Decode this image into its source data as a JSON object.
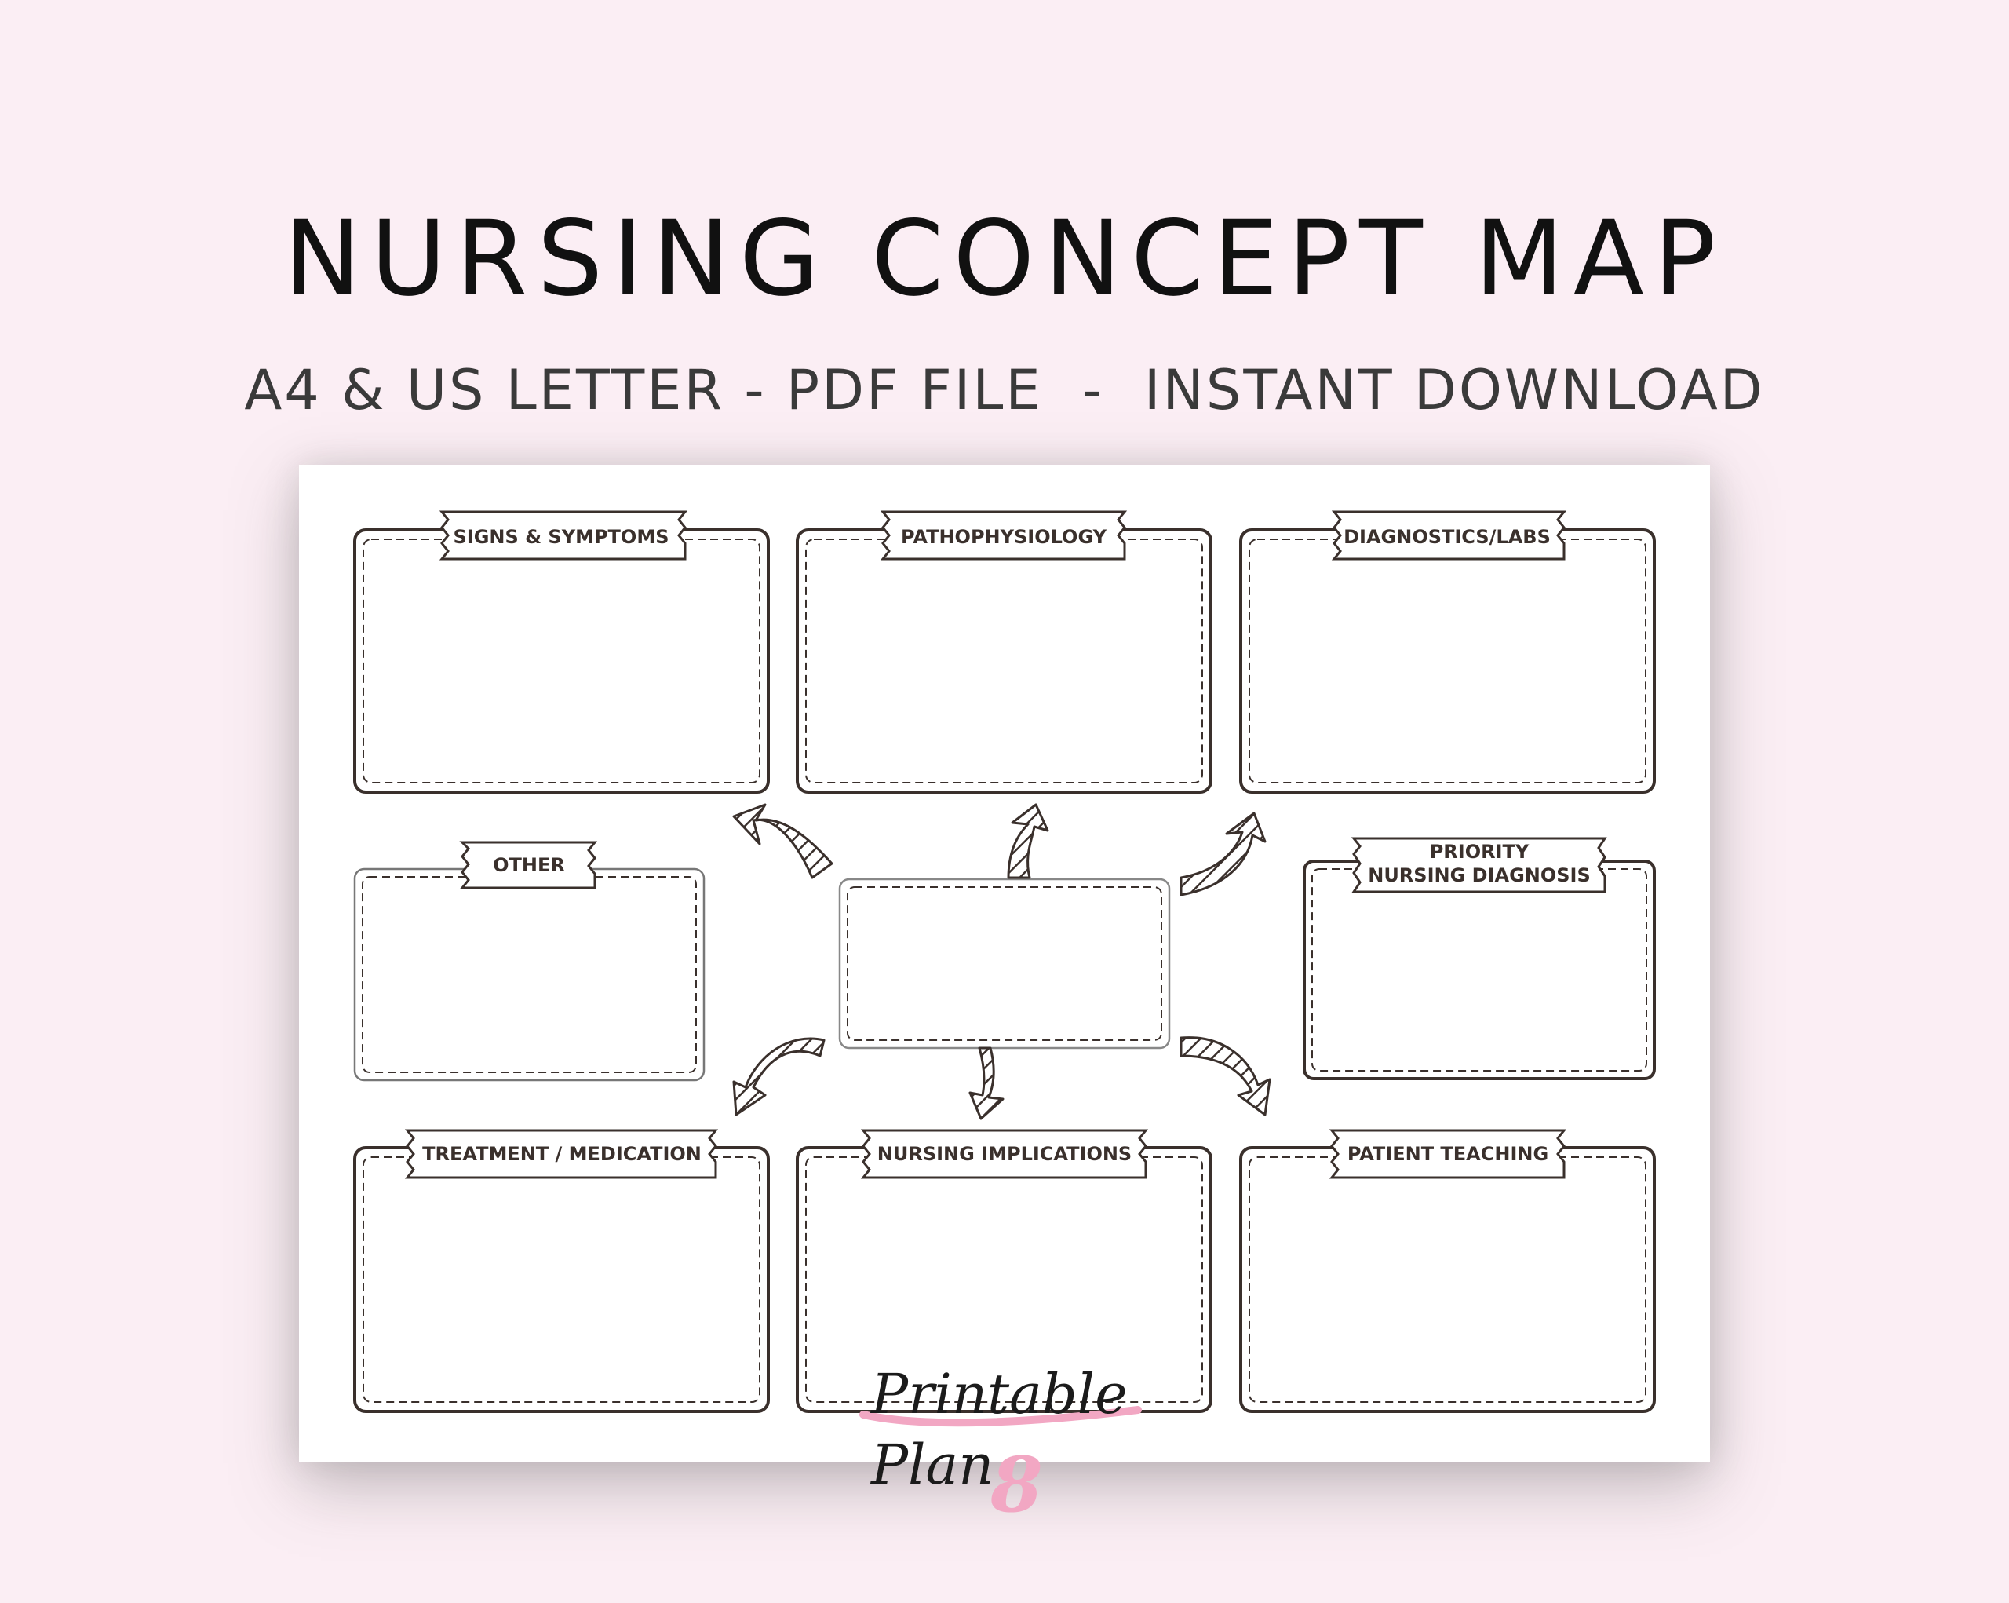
{
  "title": "NURSING CONCEPT MAP",
  "subtitle": "A4 & US LETTER - PDF FILE  -  INSTANT DOWNLOAD",
  "sections": {
    "signs_symptoms": "SIGNS & SYMPTOMS",
    "pathophysiology": "PATHOPHYSIOLOGY",
    "diagnostics_labs": "DIAGNOSTICS/LABS",
    "other": "OTHER",
    "priority_line1": "PRIORITY",
    "priority_line2": "NURSING DIAGNOSIS",
    "treatment_medication": "TREATMENT / MEDICATION",
    "nursing_implications": "NURSING IMPLICATIONS",
    "patient_teaching": "PATIENT TEACHING"
  },
  "logo": {
    "line1": "Printable",
    "line2": "Plan",
    "mark": "8"
  },
  "colors": {
    "background": "#fbeef4",
    "ink": "#3a302c",
    "logo_accent": "#f2a7c3"
  }
}
